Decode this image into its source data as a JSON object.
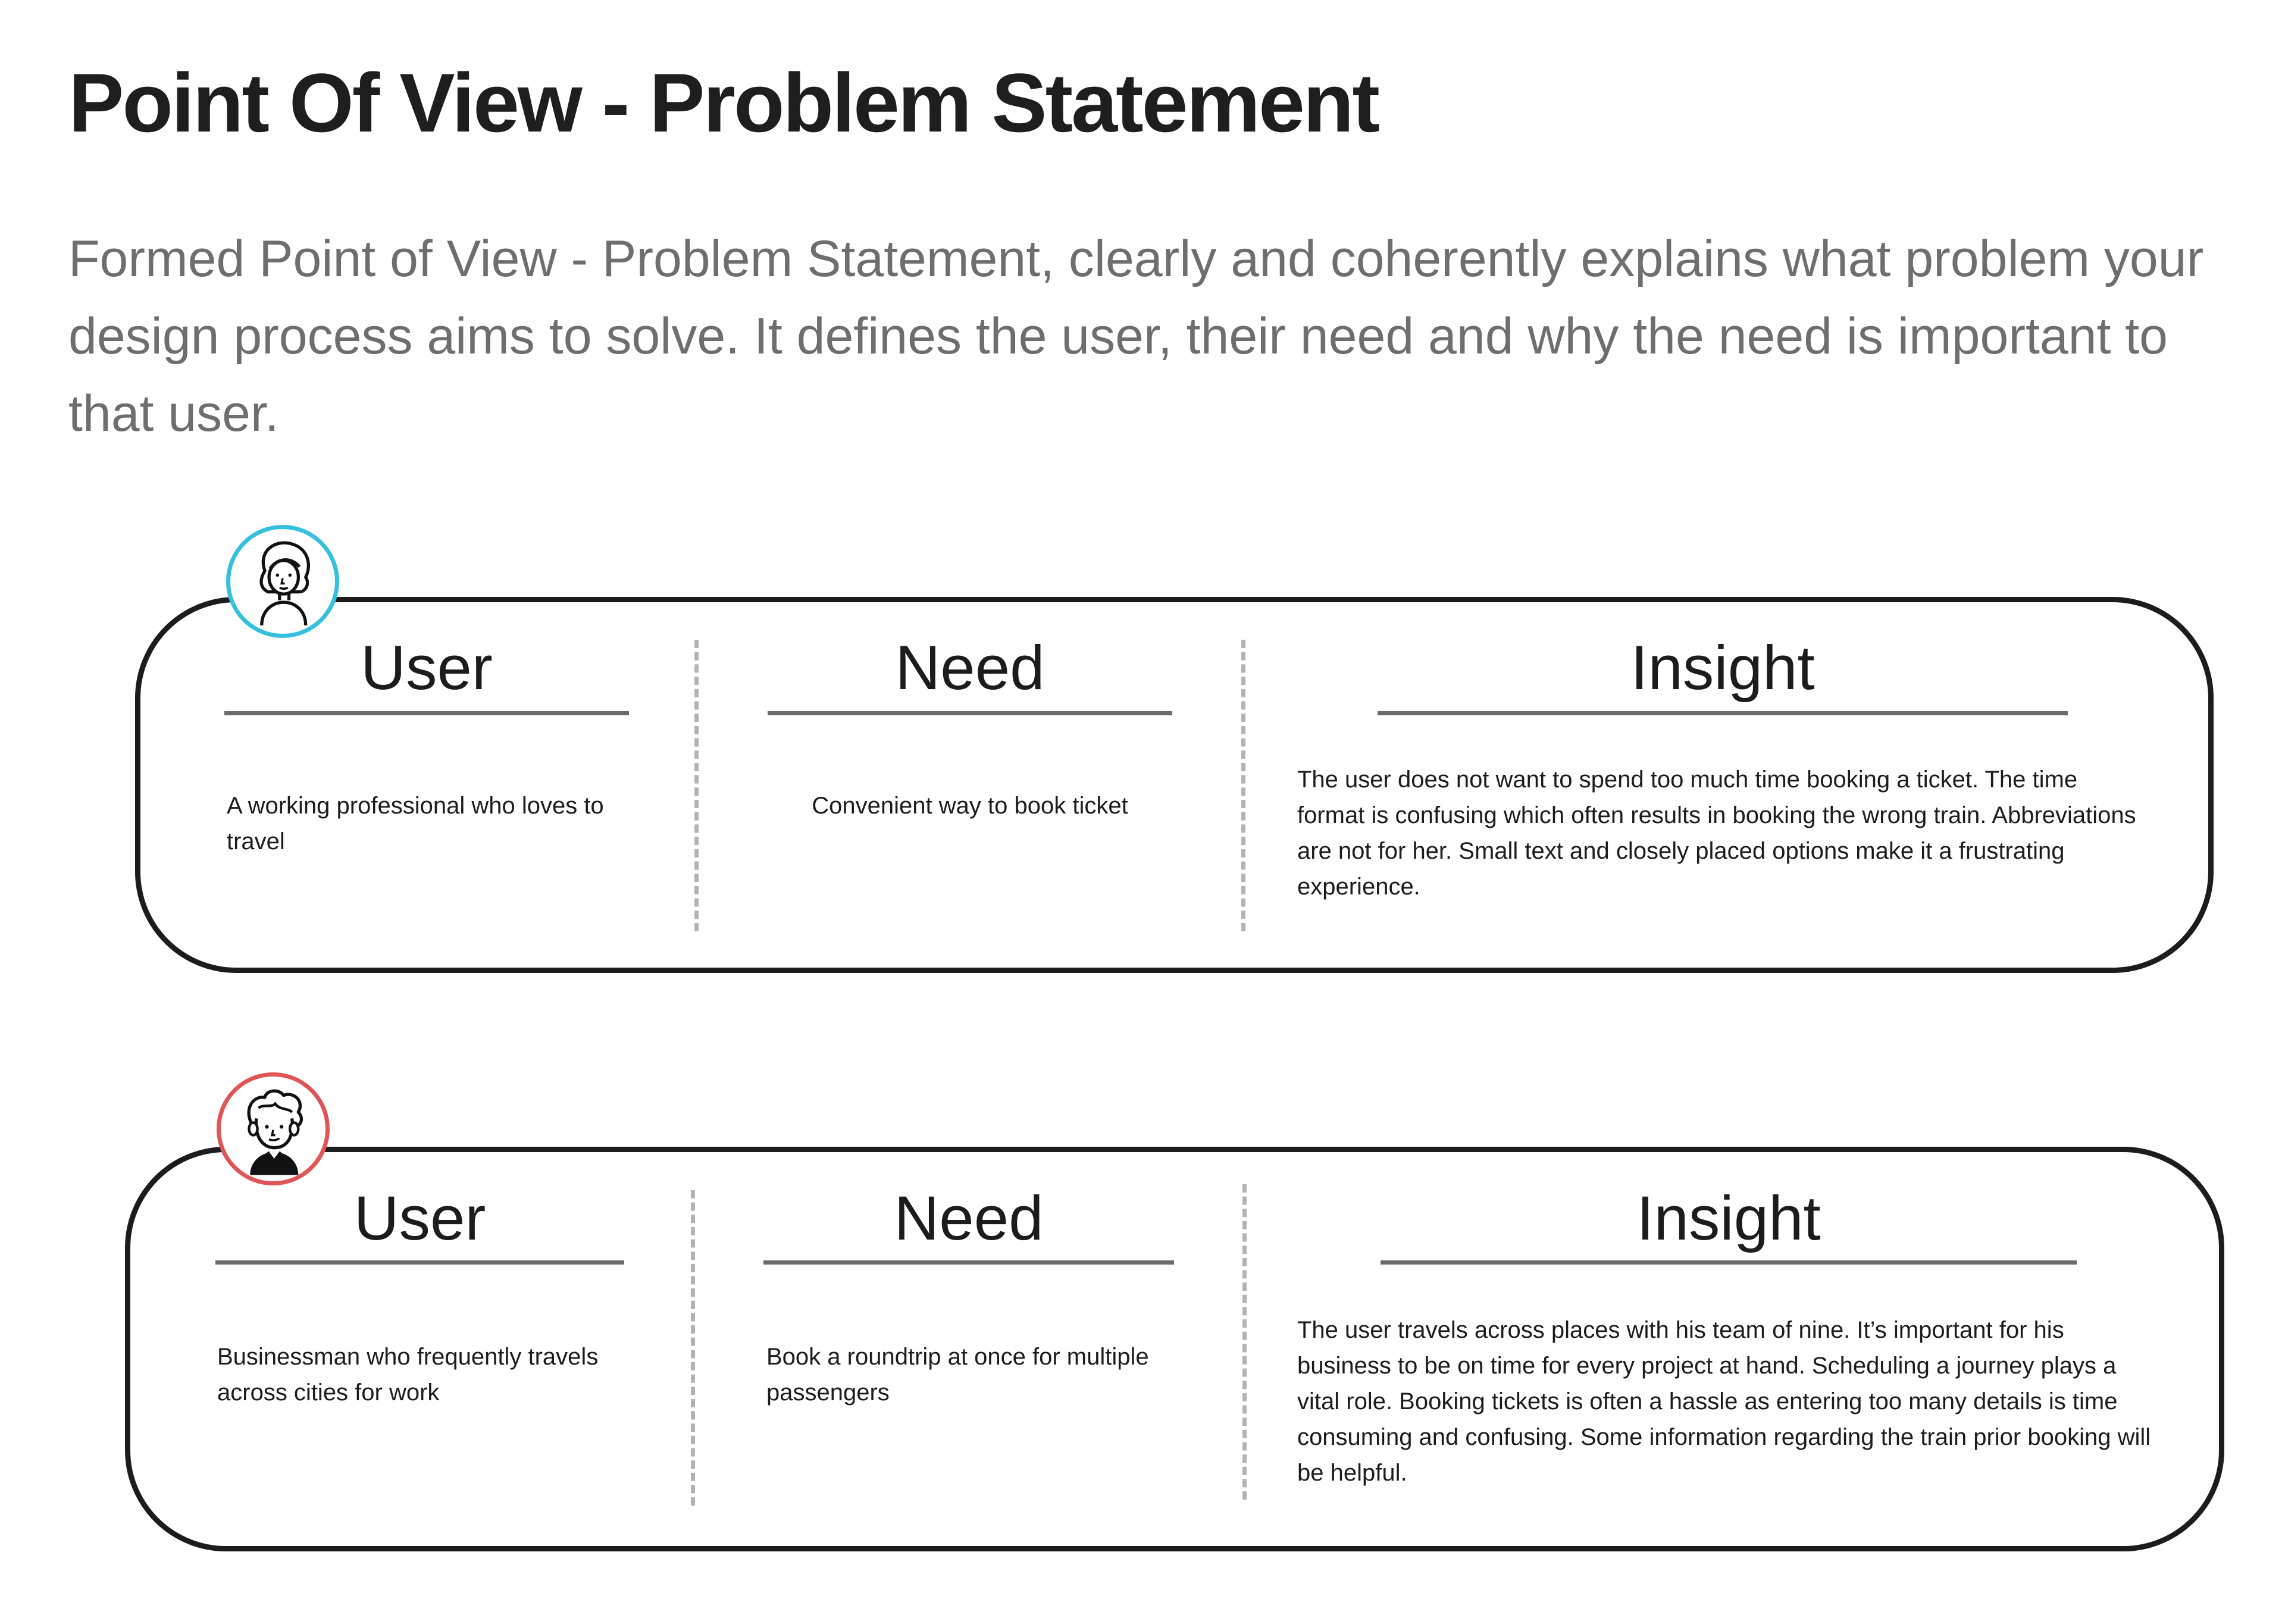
{
  "title": "Point Of View - Problem Statement",
  "description": "Formed Point of View - Problem Statement, clearly and coherently explains what problem your design process aims to solve. It defines the user, their need and why the need is important to that user.",
  "colors": {
    "avatar1_ring": "#35c0de",
    "avatar2_ring": "#e05555",
    "card_border": "#1c1c1c",
    "divider": "#b3b3b3"
  },
  "cards": [
    {
      "avatar_icon": "woman-avatar-icon",
      "user_heading": "User",
      "need_heading": "Need",
      "insight_heading": "Insight",
      "user_text": "A working professional who loves to travel",
      "need_text": "Convenient way to book ticket",
      "insight_text": "The user does not want to spend too much time booking a ticket. The time format is confusing which often results in booking the wrong train. Abbreviations are not for her. Small text and closely placed options make it a frustrating experience."
    },
    {
      "avatar_icon": "man-avatar-icon",
      "user_heading": "User",
      "need_heading": "Need",
      "insight_heading": "Insight",
      "user_text": "Businessman who frequently travels across cities for work",
      "need_text": "Book a roundtrip at once for multiple passengers",
      "insight_text": "The user travels across places with his team of nine. It’s important for his business to be on time for every project at hand. Scheduling a journey plays a vital role. Booking tickets is often a hassle as entering too many details is time consuming and confusing. Some information regarding the train prior booking will be helpful."
    }
  ]
}
